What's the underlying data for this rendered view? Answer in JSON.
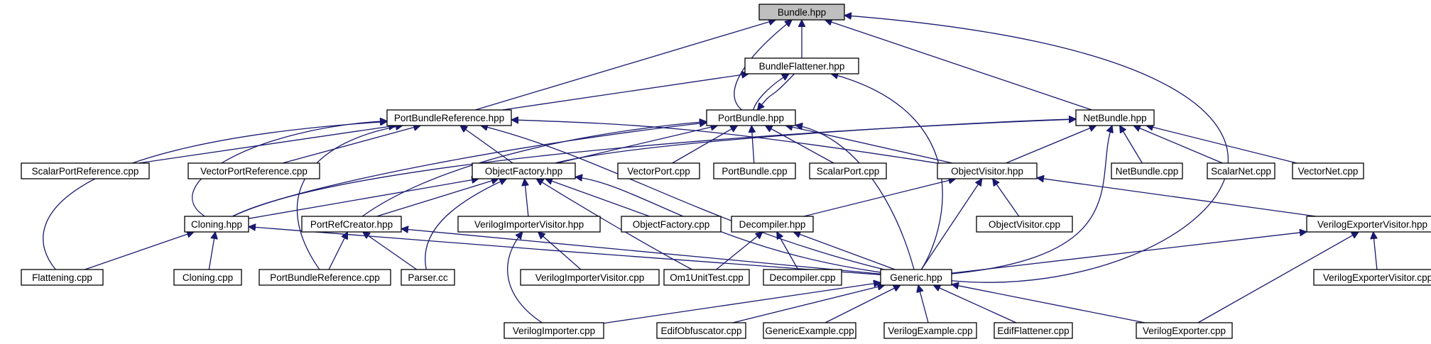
{
  "nodes": [
    {
      "id": "bundle_hpp",
      "label": "Bundle.hpp",
      "root": true
    },
    {
      "id": "bundleflattener_hpp",
      "label": "BundleFlattener.hpp"
    },
    {
      "id": "portbundlereference_hpp",
      "label": "PortBundleReference.hpp"
    },
    {
      "id": "portbundle_hpp",
      "label": "PortBundle.hpp"
    },
    {
      "id": "netbundle_hpp",
      "label": "NetBundle.hpp"
    },
    {
      "id": "scalarportreference_cpp",
      "label": "ScalarPortReference.cpp"
    },
    {
      "id": "vectorportreference_cpp",
      "label": "VectorPortReference.cpp"
    },
    {
      "id": "objectfactory_hpp",
      "label": "ObjectFactory.hpp"
    },
    {
      "id": "vectorport_cpp",
      "label": "VectorPort.cpp"
    },
    {
      "id": "portbundle_cpp",
      "label": "PortBundle.cpp"
    },
    {
      "id": "scalarport_cpp",
      "label": "ScalarPort.cpp"
    },
    {
      "id": "objectvisitor_hpp",
      "label": "ObjectVisitor.hpp"
    },
    {
      "id": "netbundle_cpp",
      "label": "NetBundle.cpp"
    },
    {
      "id": "scalarnet_cpp",
      "label": "ScalarNet.cpp"
    },
    {
      "id": "vectornet_cpp",
      "label": "VectorNet.cpp"
    },
    {
      "id": "cloning_hpp",
      "label": "Cloning.hpp"
    },
    {
      "id": "portrefcreator_hpp",
      "label": "PortRefCreator.hpp"
    },
    {
      "id": "verilogimportervisitor_hpp",
      "label": "VerilogImporterVisitor.hpp"
    },
    {
      "id": "objectfactory_cpp",
      "label": "ObjectFactory.cpp"
    },
    {
      "id": "decompiler_hpp",
      "label": "Decompiler.hpp"
    },
    {
      "id": "objectvisitor_cpp",
      "label": "ObjectVisitor.cpp"
    },
    {
      "id": "verilogexportervisitor_hpp",
      "label": "VerilogExporterVisitor.hpp"
    },
    {
      "id": "flattening_cpp",
      "label": "Flattening.cpp"
    },
    {
      "id": "cloning_cpp",
      "label": "Cloning.cpp"
    },
    {
      "id": "portbundlereference_cpp",
      "label": "PortBundleReference.cpp"
    },
    {
      "id": "parser_cc",
      "label": "Parser.cc"
    },
    {
      "id": "verilogimportervisitor_cpp",
      "label": "VerilogImporterVisitor.cpp"
    },
    {
      "id": "om1unittest_cpp",
      "label": "Om1UnitTest.cpp"
    },
    {
      "id": "decompiler_cpp",
      "label": "Decompiler.cpp"
    },
    {
      "id": "generic_hpp",
      "label": "Generic.hpp"
    },
    {
      "id": "verilogexportervisitor_cpp",
      "label": "VerilogExporterVisitor.cpp"
    },
    {
      "id": "verilogimporter_cpp",
      "label": "VerilogImporter.cpp"
    },
    {
      "id": "edifobfuscator_cpp",
      "label": "EdifObfuscator.cpp"
    },
    {
      "id": "genericexample_cpp",
      "label": "GenericExample.cpp"
    },
    {
      "id": "verilogexample_cpp",
      "label": "VerilogExample.cpp"
    },
    {
      "id": "ediflattener_cpp",
      "label": "EdifFlattener.cpp"
    },
    {
      "id": "verilogexporter_cpp",
      "label": "VerilogExporter.cpp"
    }
  ],
  "edges": [
    {
      "from": "bundleflattener_hpp",
      "to": "bundle_hpp"
    },
    {
      "from": "portbundlereference_hpp",
      "to": "bundle_hpp"
    },
    {
      "from": "portbundle_hpp",
      "to": "bundle_hpp"
    },
    {
      "from": "netbundle_hpp",
      "to": "bundle_hpp"
    },
    {
      "from": "generic_hpp",
      "to": "bundle_hpp"
    },
    {
      "from": "portbundlereference_hpp",
      "to": "bundleflattener_hpp"
    },
    {
      "from": "portbundle_hpp",
      "to": "bundleflattener_hpp"
    },
    {
      "from": "bundleflattener_hpp",
      "to": "portbundle_hpp"
    },
    {
      "from": "generic_hpp",
      "to": "bundleflattener_hpp"
    },
    {
      "from": "scalarportreference_cpp",
      "to": "portbundlereference_hpp"
    },
    {
      "from": "vectorportreference_cpp",
      "to": "portbundlereference_hpp"
    },
    {
      "from": "objectfactory_hpp",
      "to": "portbundlereference_hpp"
    },
    {
      "from": "cloning_hpp",
      "to": "portbundlereference_hpp"
    },
    {
      "from": "flattening_cpp",
      "to": "portbundlereference_hpp"
    },
    {
      "from": "portbundlereference_cpp",
      "to": "portbundlereference_hpp"
    },
    {
      "from": "generic_hpp",
      "to": "portbundlereference_hpp"
    },
    {
      "from": "objectvisitor_hpp",
      "to": "portbundlereference_hpp"
    },
    {
      "from": "objectfactory_hpp",
      "to": "portbundle_hpp"
    },
    {
      "from": "vectorport_cpp",
      "to": "portbundle_hpp"
    },
    {
      "from": "portbundle_cpp",
      "to": "portbundle_hpp"
    },
    {
      "from": "scalarport_cpp",
      "to": "portbundle_hpp"
    },
    {
      "from": "objectvisitor_hpp",
      "to": "portbundle_hpp"
    },
    {
      "from": "cloning_hpp",
      "to": "portbundle_hpp"
    },
    {
      "from": "portrefcreator_hpp",
      "to": "portbundle_hpp"
    },
    {
      "from": "generic_hpp",
      "to": "portbundle_hpp"
    },
    {
      "from": "objectfactory_hpp",
      "to": "netbundle_hpp"
    },
    {
      "from": "cloning_hpp",
      "to": "netbundle_hpp"
    },
    {
      "from": "objectvisitor_hpp",
      "to": "netbundle_hpp"
    },
    {
      "from": "netbundle_cpp",
      "to": "netbundle_hpp"
    },
    {
      "from": "scalarnet_cpp",
      "to": "netbundle_hpp"
    },
    {
      "from": "vectornet_cpp",
      "to": "netbundle_hpp"
    },
    {
      "from": "generic_hpp",
      "to": "netbundle_hpp"
    },
    {
      "from": "cloning_hpp",
      "to": "objectfactory_hpp"
    },
    {
      "from": "portrefcreator_hpp",
      "to": "objectfactory_hpp"
    },
    {
      "from": "verilogimportervisitor_hpp",
      "to": "objectfactory_hpp"
    },
    {
      "from": "objectfactory_cpp",
      "to": "objectfactory_hpp"
    },
    {
      "from": "parser_cc",
      "to": "objectfactory_hpp"
    },
    {
      "from": "om1unittest_cpp",
      "to": "objectfactory_hpp"
    },
    {
      "from": "generic_hpp",
      "to": "objectfactory_hpp"
    },
    {
      "from": "decompiler_hpp",
      "to": "objectvisitor_hpp"
    },
    {
      "from": "objectvisitor_cpp",
      "to": "objectvisitor_hpp"
    },
    {
      "from": "verilogexportervisitor_hpp",
      "to": "objectvisitor_hpp"
    },
    {
      "from": "generic_hpp",
      "to": "objectvisitor_hpp"
    },
    {
      "from": "flattening_cpp",
      "to": "cloning_hpp"
    },
    {
      "from": "cloning_cpp",
      "to": "cloning_hpp"
    },
    {
      "from": "generic_hpp",
      "to": "cloning_hpp"
    },
    {
      "from": "portbundlereference_cpp",
      "to": "portrefcreator_hpp"
    },
    {
      "from": "parser_cc",
      "to": "portrefcreator_hpp"
    },
    {
      "from": "generic_hpp",
      "to": "portrefcreator_hpp"
    },
    {
      "from": "verilogimportervisitor_cpp",
      "to": "verilogimportervisitor_hpp"
    },
    {
      "from": "verilogimporter_cpp",
      "to": "verilogimportervisitor_hpp"
    },
    {
      "from": "om1unittest_cpp",
      "to": "decompiler_hpp"
    },
    {
      "from": "decompiler_cpp",
      "to": "decompiler_hpp"
    },
    {
      "from": "generic_hpp",
      "to": "decompiler_hpp"
    },
    {
      "from": "generic_hpp",
      "to": "verilogexportervisitor_hpp"
    },
    {
      "from": "verilogexportervisitor_cpp",
      "to": "verilogexportervisitor_hpp"
    },
    {
      "from": "verilogexporter_cpp",
      "to": "verilogexportervisitor_hpp"
    },
    {
      "from": "verilogimporter_cpp",
      "to": "generic_hpp"
    },
    {
      "from": "edifobfuscator_cpp",
      "to": "generic_hpp"
    },
    {
      "from": "genericexample_cpp",
      "to": "generic_hpp"
    },
    {
      "from": "verilogexample_cpp",
      "to": "generic_hpp"
    },
    {
      "from": "ediflattener_cpp",
      "to": "generic_hpp"
    },
    {
      "from": "verilogexporter_cpp",
      "to": "generic_hpp"
    }
  ]
}
